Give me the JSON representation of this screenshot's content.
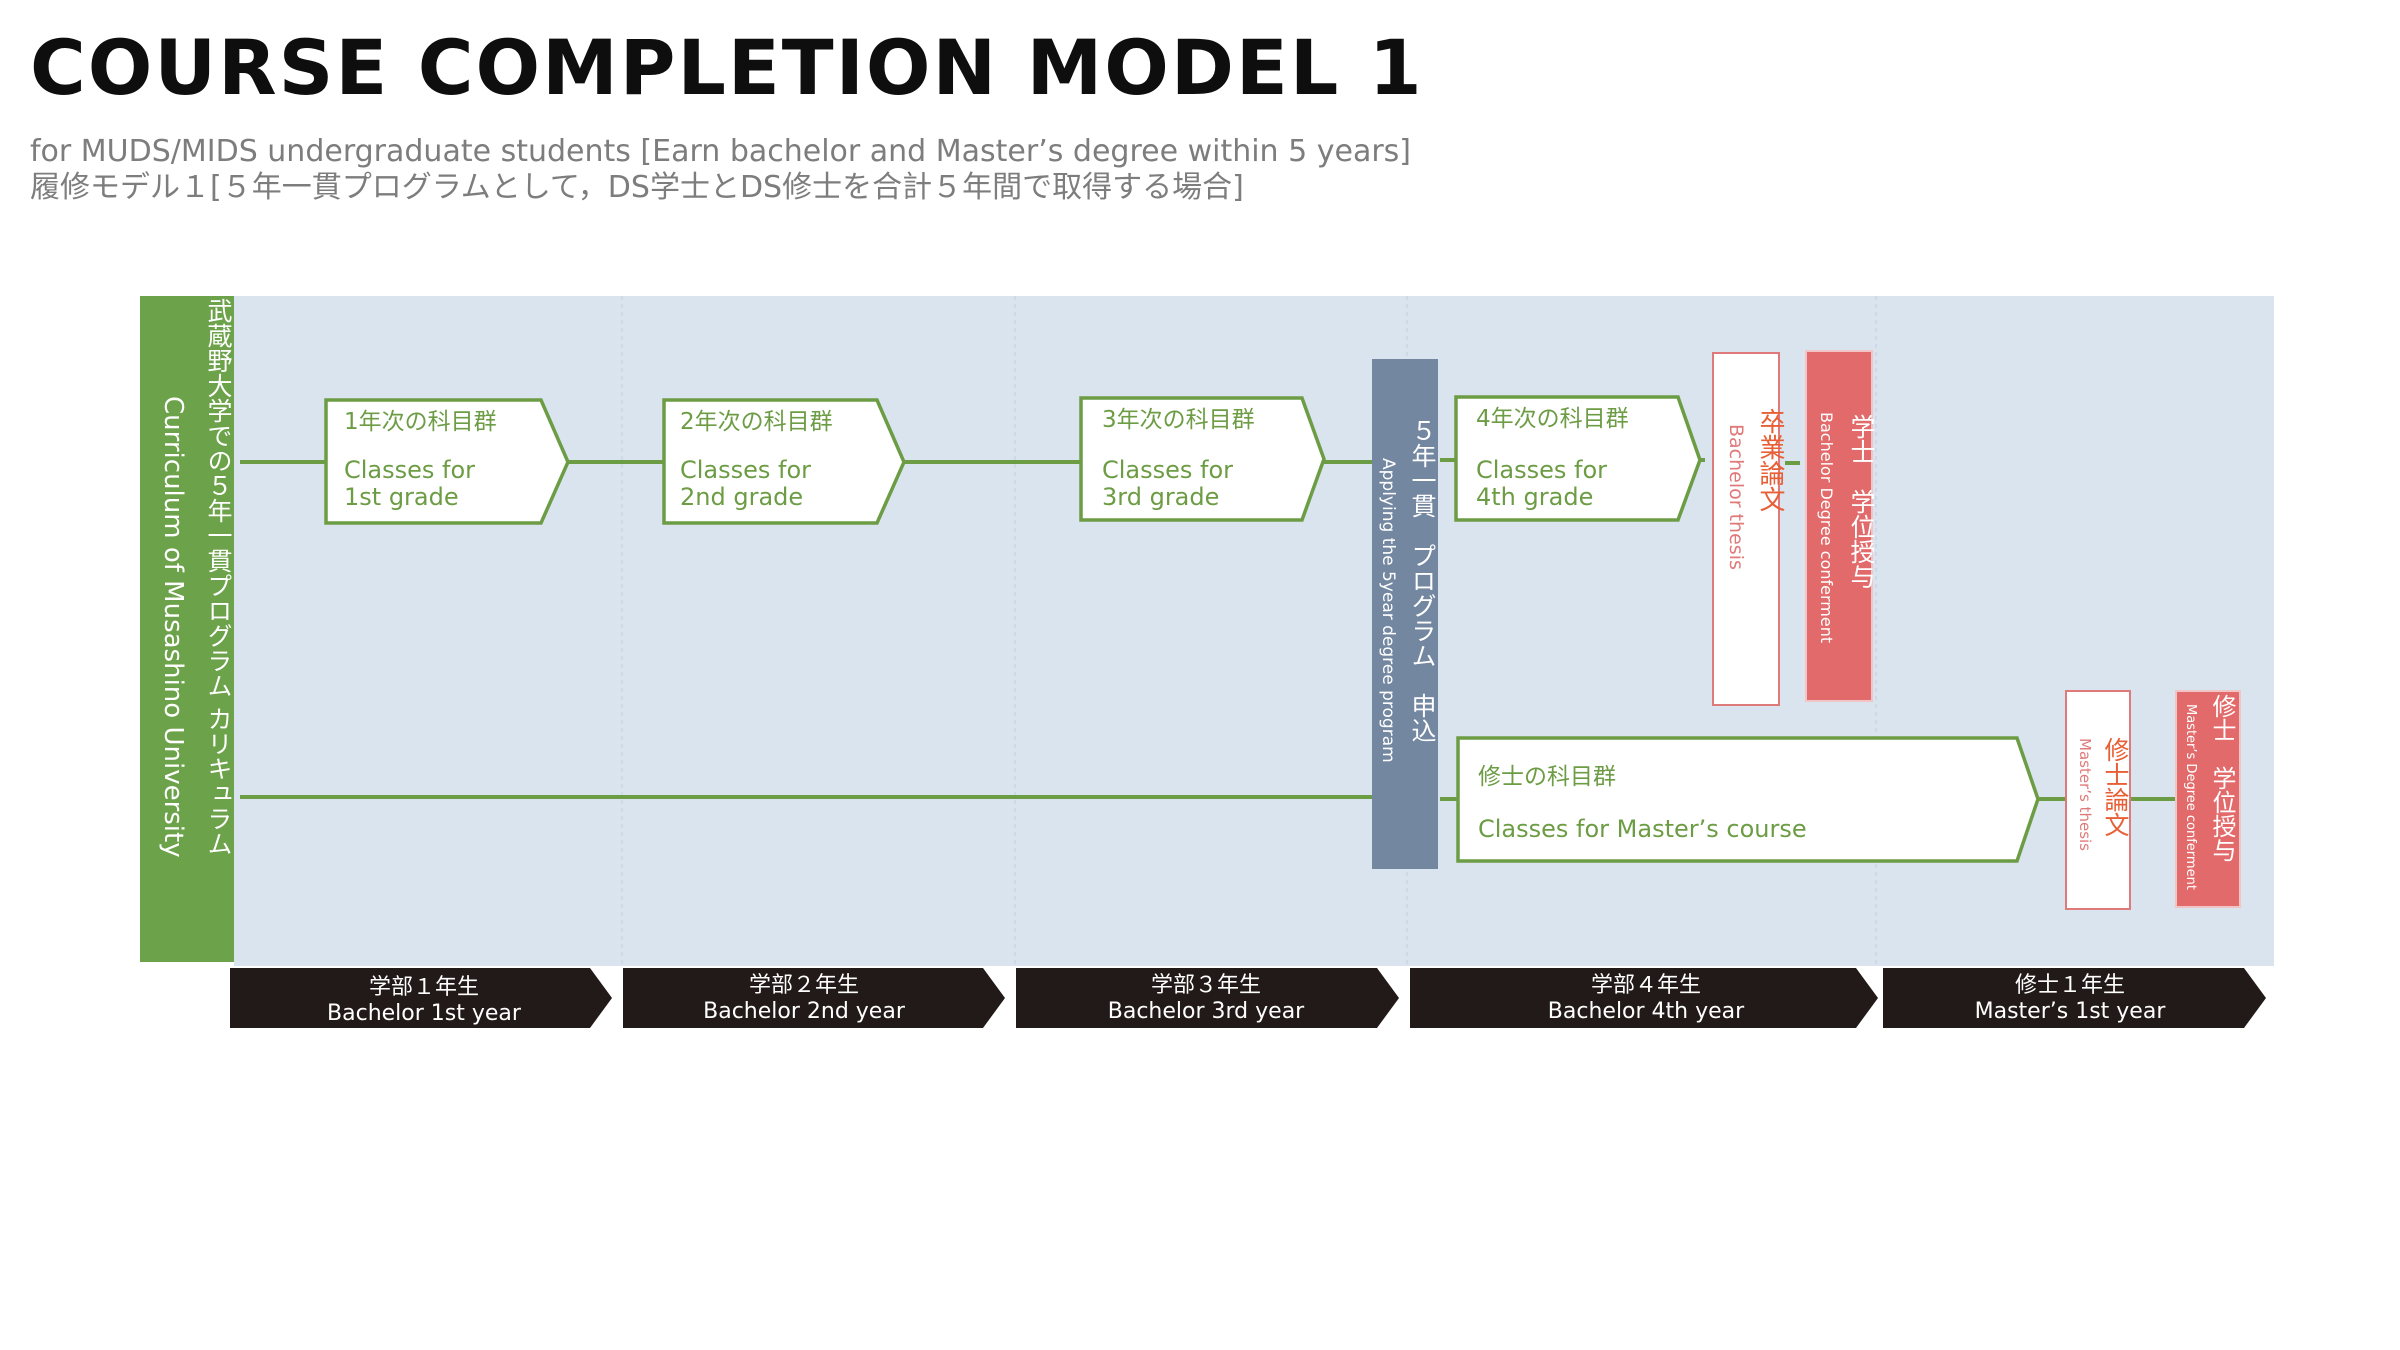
{
  "title": "COURSE COMPLETION MODEL 1",
  "subtitle_en": "for MUDS/MIDS undergraduate students [Earn bachelor and Master’s degree within 5 years]",
  "subtitle_ja": "履修モデル１[５年一貫プログラムとして，DS学士とDS修士を合計５年間で取得する場合]",
  "sidebar": {
    "label_ja": "武蔵野大学での５年一貫プログラム カリキュラム",
    "label_en": "Curriculum of Musashino University"
  },
  "program": {
    "label_ja": "５年一貫　プログラム　申込",
    "label_en": "Applying the 5year degree program"
  },
  "courses": [
    {
      "label_ja": "1年次の科目群",
      "label_en_1": "Classes for",
      "label_en_2": "1st grade"
    },
    {
      "label_ja": "2年次の科目群",
      "label_en_1": "Classes for",
      "label_en_2": "2nd grade"
    },
    {
      "label_ja": "3年次の科目群",
      "label_en_1": "Classes for",
      "label_en_2": "3rd grade"
    },
    {
      "label_ja": "4年次の科目群",
      "label_en_1": "Classes for",
      "label_en_2": "4th grade"
    }
  ],
  "master_course": {
    "label_ja": "修士の科目群",
    "label_en": "Classes for Master’s course"
  },
  "bachelor_thesis": {
    "label_ja": "卒業論文",
    "label_en": "Bachelor  thesis"
  },
  "bachelor_degree": {
    "label_ja": "学士　学位授与",
    "label_en": "Bachelor Degree conferment"
  },
  "master_thesis": {
    "label_ja": "修士論文",
    "label_en": "Master’s thesis"
  },
  "master_degree": {
    "label_ja": "修士　学位授与",
    "label_en": "Master’s Degree conferment"
  },
  "years": [
    {
      "ja": "学部１年生",
      "en": "Bachelor 1st year"
    },
    {
      "ja": "学部２年生",
      "en": "Bachelor 2nd year"
    },
    {
      "ja": "学部３年生",
      "en": "Bachelor 3rd year"
    },
    {
      "ja": "学部４年生",
      "en": "Bachelor 4th year"
    },
    {
      "ja": "修士１年生",
      "en": "Master’s 1st year"
    }
  ],
  "colors": {
    "panel": "#d9e4ef",
    "sidebar": "#6ca24a",
    "green_line": "#6c9c44",
    "program_box": "#7487a1",
    "thesis_text": "#e85f35",
    "degree_box": "#e36a6a",
    "year_arrow": "#221a18"
  }
}
